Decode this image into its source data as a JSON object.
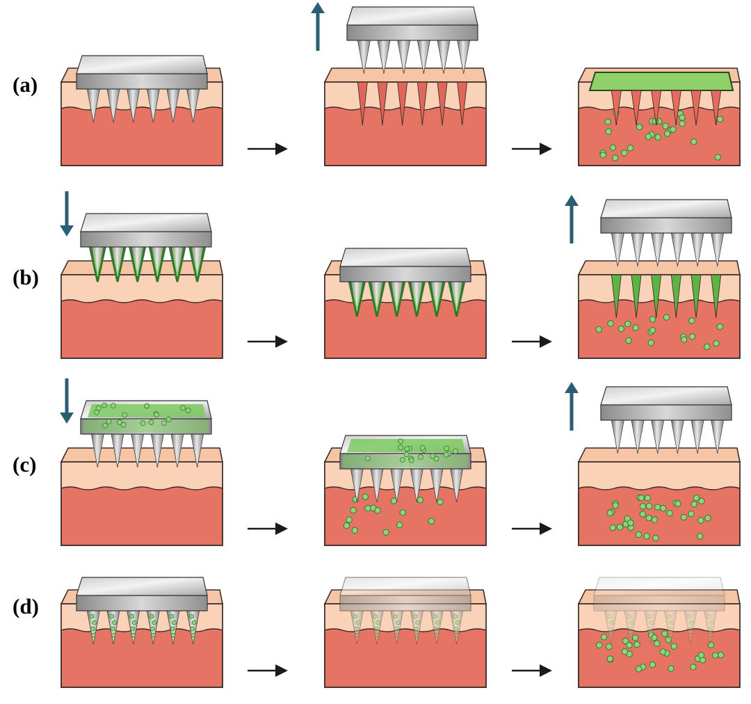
{
  "figure": {
    "rows": [
      {
        "label": "(a)",
        "method": "solid-poke-and-patch",
        "panels": [
          {
            "step": 1,
            "device": "solid-metal-array",
            "state": "inserted",
            "motion": "none"
          },
          {
            "step": 2,
            "device": "solid-metal-array",
            "state": "removed",
            "motion": "up",
            "skin": "micro-channels"
          },
          {
            "step": 3,
            "device": "drug-patch",
            "state": "applied",
            "motion": "none",
            "drug": "diffusing"
          }
        ]
      },
      {
        "label": "(b)",
        "method": "coated-coat-and-poke",
        "panels": [
          {
            "step": 1,
            "device": "coated-metal-array",
            "state": "above-skin",
            "motion": "down"
          },
          {
            "step": 2,
            "device": "coated-metal-array",
            "state": "inserted",
            "motion": "none"
          },
          {
            "step": 3,
            "device": "metal-array",
            "state": "removed",
            "motion": "up",
            "drug": "coating-deposited"
          }
        ]
      },
      {
        "label": "(c)",
        "method": "hollow-poke-and-flow",
        "panels": [
          {
            "step": 1,
            "device": "hollow-array-with-reservoir",
            "state": "above-skin",
            "motion": "down"
          },
          {
            "step": 2,
            "device": "hollow-array-with-reservoir",
            "state": "inserted",
            "motion": "none",
            "drug": "flowing"
          },
          {
            "step": 3,
            "device": "metal-array",
            "state": "removed",
            "motion": "up",
            "drug": "diffused"
          }
        ]
      },
      {
        "label": "(d)",
        "method": "dissolving-poke-and-release",
        "panels": [
          {
            "step": 1,
            "device": "drug-loaded-polymer-array",
            "state": "inserted",
            "opacity": 1.0
          },
          {
            "step": 2,
            "device": "drug-loaded-polymer-array",
            "state": "dissolving",
            "opacity": 0.55
          },
          {
            "step": 3,
            "device": "drug-loaded-polymer-array",
            "state": "dissolved",
            "opacity": 0.28,
            "drug": "released"
          }
        ]
      }
    ],
    "step_arrow_count": 2,
    "colors": {
      "epidermis": "#f9d2b7",
      "dermis": "#e67465",
      "outline": "#3a2a27",
      "metal_light": "#e4e4e4",
      "metal_dark": "#7d7d7d",
      "drug_green": "#6cbf52",
      "drug_dark": "#2f7a2a",
      "particle": "#8fd47a",
      "motion_arrow": "#2b5d73",
      "step_arrow": "#1a1a1a"
    }
  }
}
